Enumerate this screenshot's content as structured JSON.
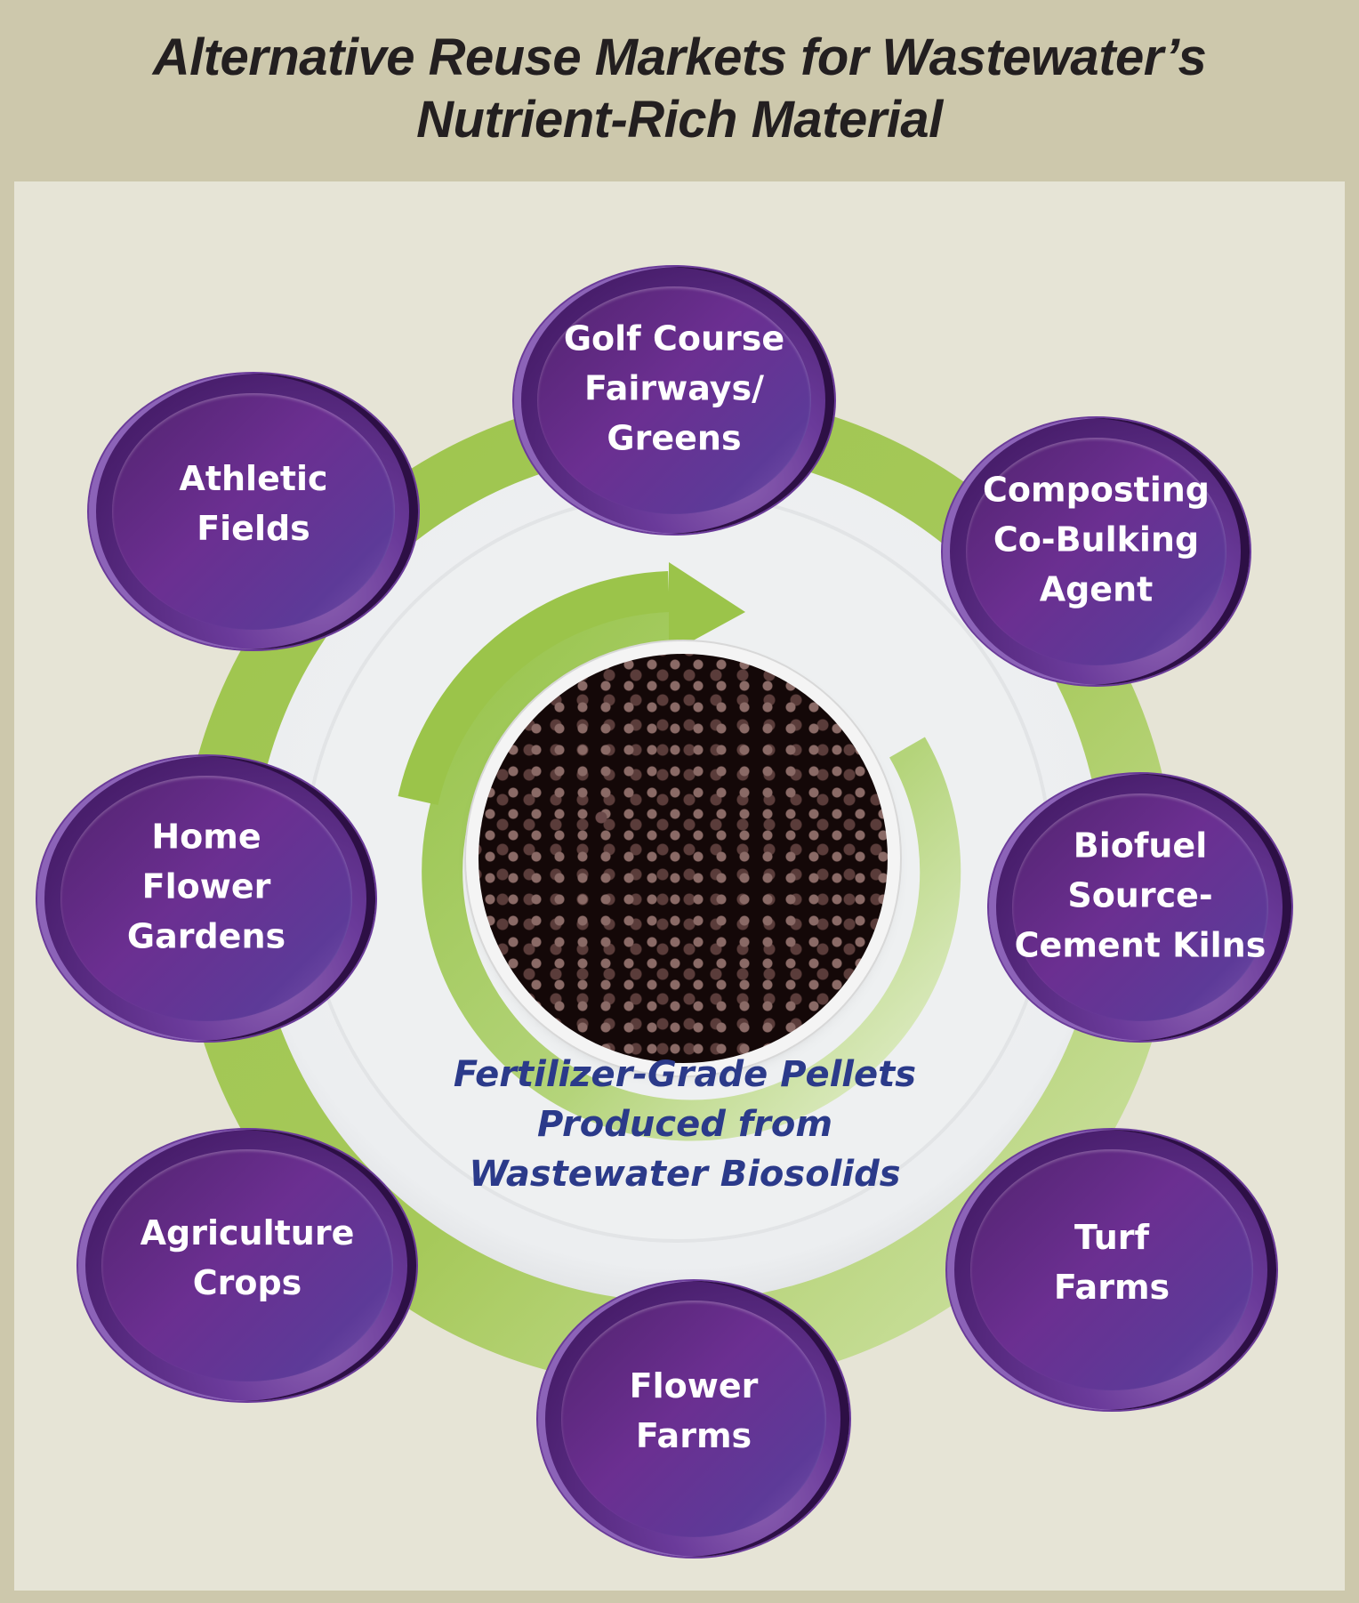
{
  "title": "Alternative Reuse Markets for Wastewater’s\nNutrient-Rich Material",
  "title_line1": "Alternative Reuse Markets for Wastewater’s",
  "title_line2": "Nutrient-Rich Material",
  "center": {
    "image": "fertilizer-pellets-photo",
    "caption": "Fertilizer-Grade Pellets\nProduced from\nWastewater Biosolids"
  },
  "cycle_arrow": {
    "icon": "circular-arrow-icon",
    "direction": "clockwise"
  },
  "markets": [
    {
      "label": "Golf Course\nFairways/\nGreens"
    },
    {
      "label": "Composting\nCo-Bulking\nAgent"
    },
    {
      "label": "Biofuel\nSource-\nCement Kilns"
    },
    {
      "label": "Turf\nFarms"
    },
    {
      "label": "Flower\nFarms"
    },
    {
      "label": "Agriculture\nCrops"
    },
    {
      "label": "Home\nFlower\nGardens"
    },
    {
      "label": "Athletic\nFields"
    }
  ],
  "colors": {
    "background_outer": "#cdc8ac",
    "panel": "#e6e4d6",
    "ring_green": "#9dc44c",
    "bubble_purple": "#5b2a86",
    "caption_blue": "#2b3a8a",
    "title_text": "#231f20"
  }
}
